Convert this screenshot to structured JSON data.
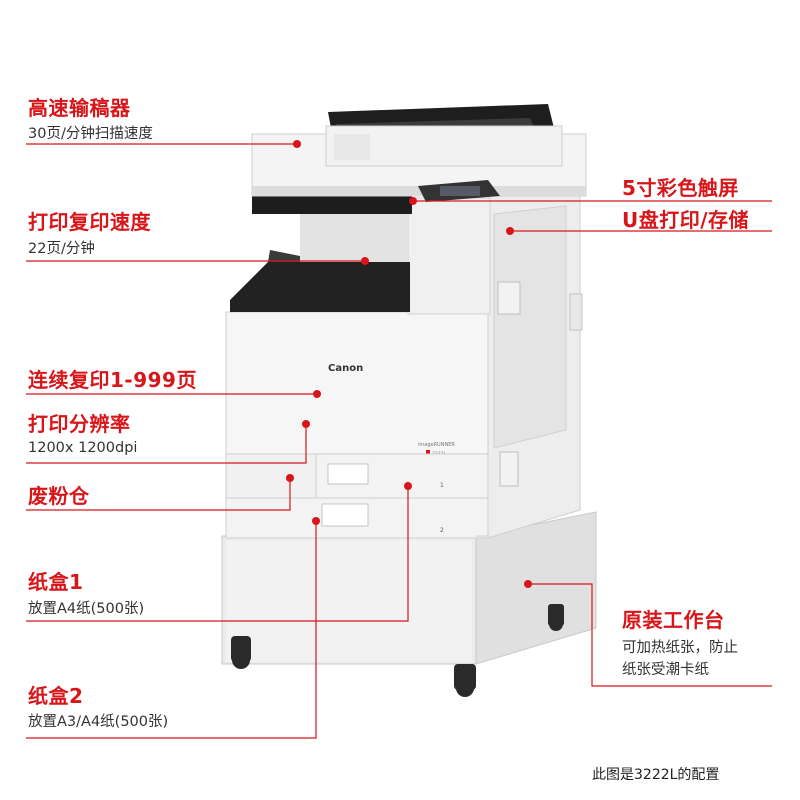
{
  "colors": {
    "accent": "#d8161a",
    "line": "#d8161a",
    "text": "#333333"
  },
  "printer": {
    "brand": "Canon",
    "model_badge": "imageRUNNER",
    "model_sub": "2222L",
    "tray_numbers": [
      "1",
      "2"
    ]
  },
  "features": {
    "adf": {
      "title": "高速输稿器",
      "sub": "30页/分钟扫描速度"
    },
    "print_speed": {
      "title": "打印复印速度",
      "sub": "22页/分钟"
    },
    "touch_screen": {
      "title": "5寸彩色触屏"
    },
    "usb": {
      "title": "U盘打印/存储"
    },
    "continuous_copy": {
      "title": "连续复印1-999页"
    },
    "resolution": {
      "title": "打印分辨率",
      "sub": "1200x 1200dpi"
    },
    "toner_box": {
      "title": "废粉仓"
    },
    "tray1": {
      "title": "纸盒1",
      "sub": "放置A4纸(500张)"
    },
    "workbench": {
      "title": "原装工作台",
      "sub_line1": "可加热纸张，防止",
      "sub_line2": "纸张受潮卡纸"
    },
    "tray2": {
      "title": "纸盒2",
      "sub": "放置A3/A4纸(500张)"
    }
  },
  "footer_note": "此图是3222L的配置"
}
